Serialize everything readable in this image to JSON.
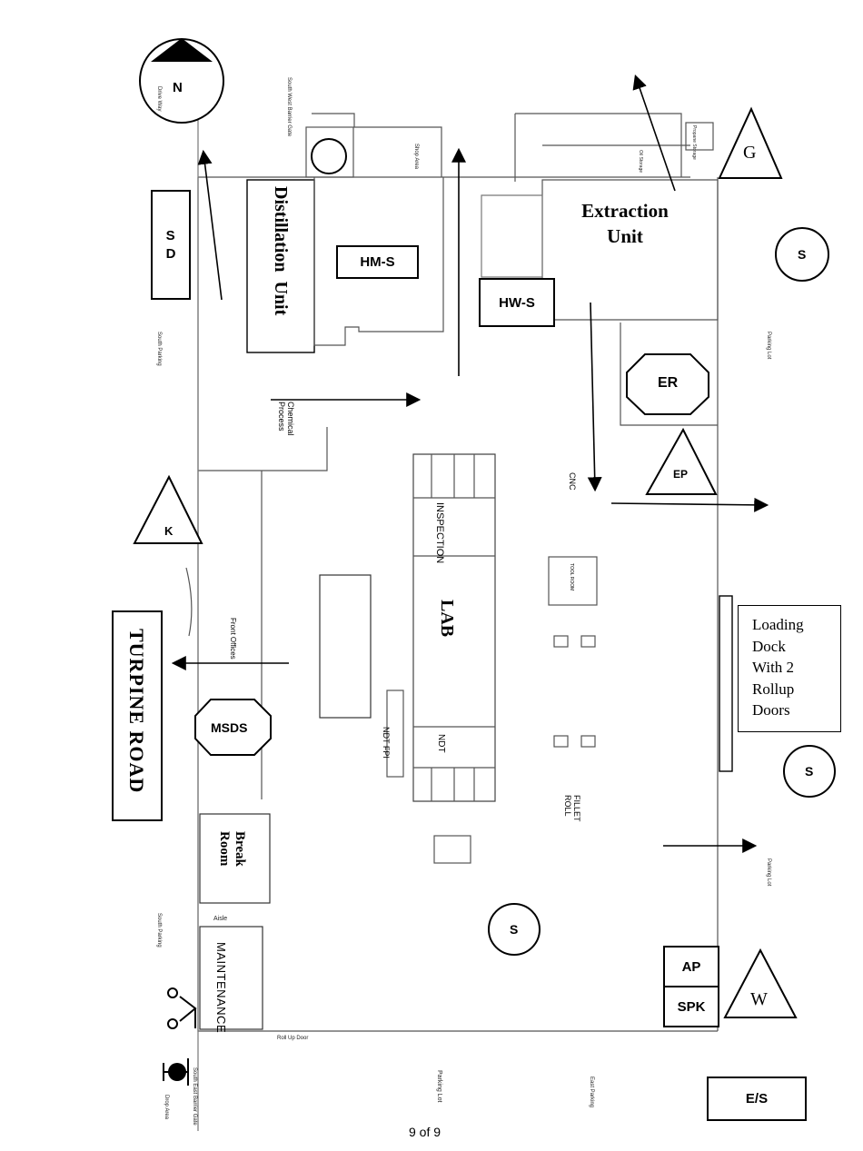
{
  "compass": {
    "letter": "N"
  },
  "road": {
    "name": "TURPINE   ROAD"
  },
  "units": {
    "distillation": "Distillation  Unit",
    "extraction": "Extraction\nUnit",
    "lab": "LAB",
    "inspection": "INSPECTION",
    "ndt": "NDT",
    "ndt_fpi": "NDT FPI",
    "maintenance": "MAINTENANCE",
    "break_room": "Break\nRoom",
    "front_offices": "Front Offices",
    "chemical_process": "Chemical\nProcess",
    "cnc": "CNC",
    "fillet_roll": "FILLET\nROLL",
    "tool_room": "TOOL ROOM",
    "loading_dock": "Loading\nDock\nWith 2\nRollup\nDoors"
  },
  "markers": {
    "sd": "S\nD",
    "hm_s": "HM-S",
    "hw_s": "HW-S",
    "er": "ER",
    "ep": "EP",
    "g": "G",
    "k": "K",
    "w": "W",
    "msds": "MSDS",
    "ap": "AP",
    "spk": "SPK",
    "es": "E/S",
    "s_right_top": "S",
    "s_right_mid": "S",
    "s_bottom": "S"
  },
  "small_labels": {
    "south_west_gate": "South West Barrier Gate",
    "south_parking_left": "South Parking",
    "south_parking_lower": "South Parking",
    "parking_lot_right_top": "Parking Lot",
    "parking_lot_right_bottom": "Parking Lot",
    "parking_lot_bottom": "Parking Lot",
    "east_parking": "East Parking",
    "south_east_gate": "South East Barrier Gate",
    "aisle": "Aisle",
    "roll_up_door": "Roll Up Door",
    "drop_area": "Drop Area",
    "drive_way": "Drive Way",
    "shop_area": "Shop Area",
    "propane_storage": "Propane Storage",
    "oil_storage": "Oil Storage"
  },
  "footer": {
    "page": "9 of 9"
  }
}
